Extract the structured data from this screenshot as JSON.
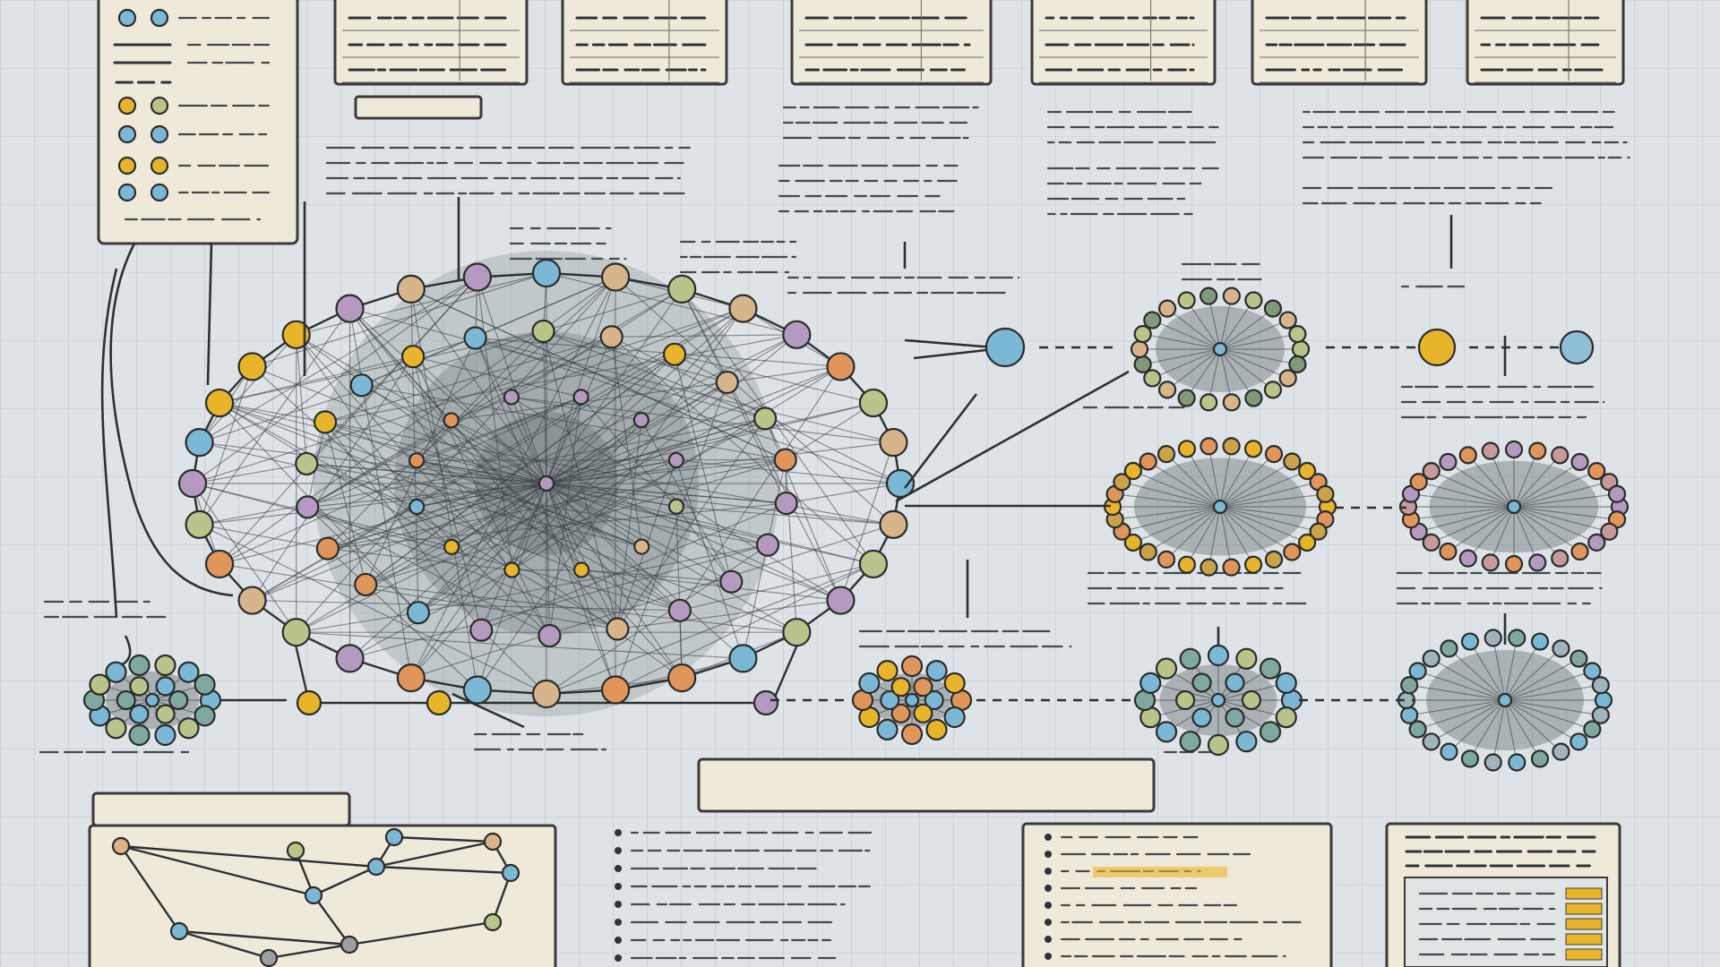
{
  "colors": {
    "background": "#dde3e6",
    "card": "#efe9d9",
    "ink": "#2f3336",
    "node_orange": "#e0955a",
    "node_yellow": "#e8b52a",
    "node_blue": "#7bb8d6",
    "node_green": "#b9c48a",
    "node_purple": "#b49ac0",
    "node_tan": "#d8b48a",
    "highlight": "#e8b52a"
  },
  "diagram": {
    "description_visible_text": "",
    "main_network": {
      "ring_outer": 32,
      "ring_middle": 22,
      "ring_inner": 12
    },
    "satellite_clusters": [
      {
        "id": "cluster-top",
        "palette": "green"
      },
      {
        "id": "cluster-middle",
        "palette": "orange"
      },
      {
        "id": "cluster-right",
        "palette": "purple"
      },
      {
        "id": "cluster-bottom-a",
        "palette": "mixed"
      },
      {
        "id": "cluster-bottom-b",
        "palette": "green-blue"
      },
      {
        "id": "cluster-bottom-c",
        "palette": "blue"
      }
    ]
  }
}
